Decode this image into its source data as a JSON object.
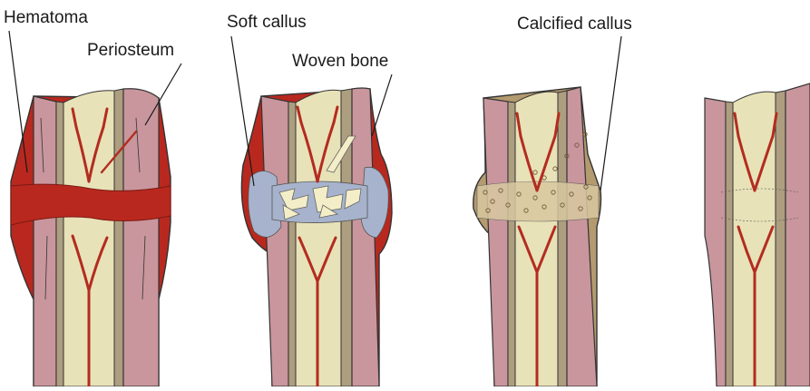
{
  "labels": {
    "hematoma": "Hematoma",
    "periosteum": "Periosteum",
    "soft_callus": "Soft callus",
    "woven_bone": "Woven bone",
    "calcified_callus": "Calcified callus"
  },
  "colors": {
    "periosteum": "#c9969d",
    "cortex": "#ad9e80",
    "marrow": "#e8e2b8",
    "vessel": "#b32c20",
    "hematoma": "#b9281e",
    "soft_callus": "#a7b3cc",
    "woven_bone": "#f4eec8",
    "calcified_callus": "#b39a6f",
    "outline": "#333333"
  }
}
